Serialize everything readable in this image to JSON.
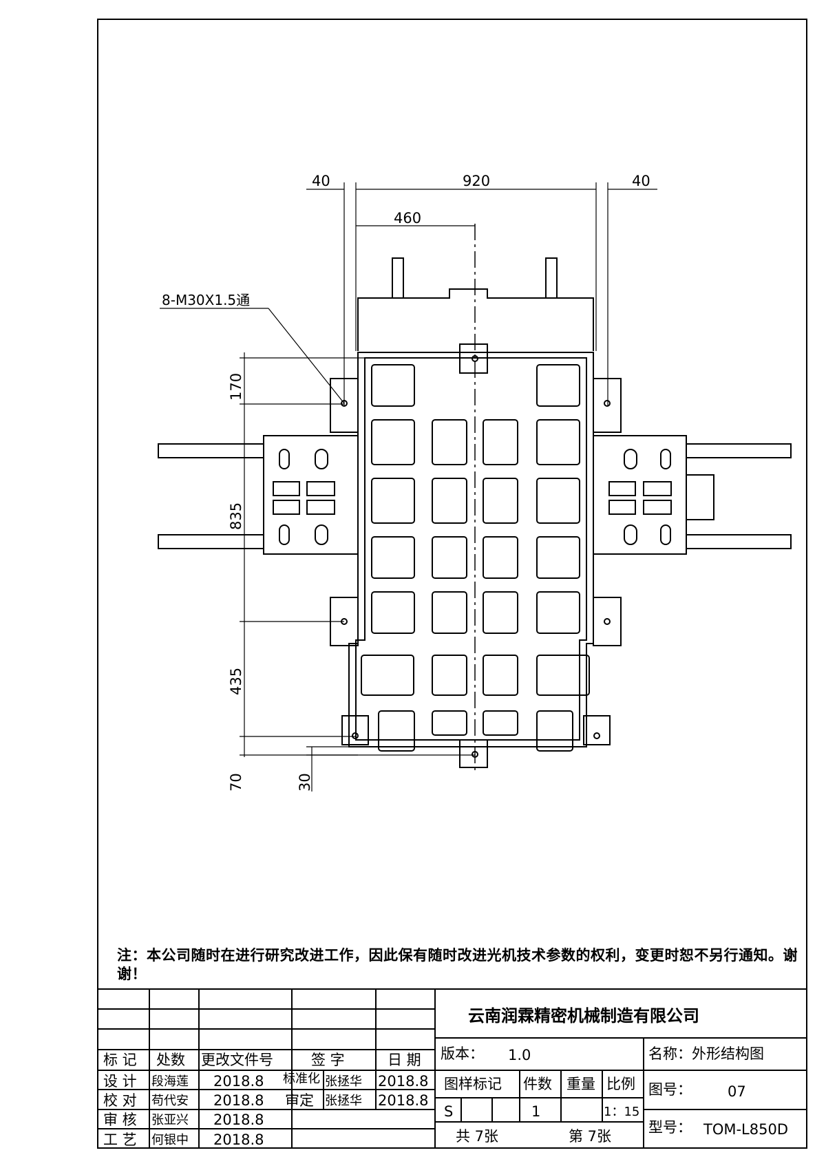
{
  "dimensions": {
    "top_left": "40",
    "top_total": "920",
    "top_right": "40",
    "top_half": "460",
    "left_170": "170",
    "left_835": "835",
    "left_435": "435",
    "left_70": "70",
    "inner_30": "30"
  },
  "callout": "8-M30X1.5通",
  "note": "注：本公司随时在进行研究改进工作，因此保有随时改进光机技术参数的权利，变更时恕不另行通知。谢谢！",
  "title_block": {
    "company": "云南润霖精密机械制造有限公司",
    "headers": {
      "mark": "标 记",
      "location": "处数",
      "change_doc": "更改文件号",
      "signature": "签 字",
      "date": "日 期"
    },
    "rows": {
      "design": {
        "role": "设 计",
        "name": "段海莲",
        "date": "2018.8"
      },
      "check": {
        "role": "校 对",
        "name": "苟代安",
        "date": "2018.8"
      },
      "review": {
        "role": "审 核",
        "name": "张亚兴",
        "date": "2018.8"
      },
      "process": {
        "role": "工 艺",
        "name": "何银中",
        "date": "2018.8"
      }
    },
    "standardize": {
      "label": "标准化",
      "name": "张拯华",
      "date": "2018.8"
    },
    "approve": {
      "label": "审定",
      "name": "张拯华",
      "date": "2018.8"
    },
    "version_label": "版本：",
    "version_value": "1.0",
    "name_label": "名称：外形结构图",
    "cols": {
      "pattern_mark": "图样标记",
      "qty": "件数",
      "weight": "重量",
      "scale": "比例"
    },
    "pattern_value": "S",
    "qty_value": "1",
    "scale_value": "1：15",
    "drawing_no_label": "图号：",
    "drawing_no_value": "07",
    "total_sheets": "共 7张",
    "sheet_no": "第 7张",
    "model_label": "型号：",
    "model_value": "TOM-L850D"
  }
}
